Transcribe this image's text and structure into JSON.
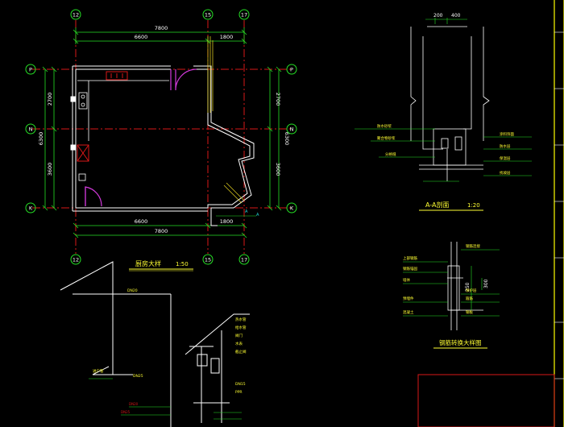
{
  "grid": {
    "top_labels": [
      "12",
      "15",
      "17"
    ],
    "bottom_labels": [
      "12",
      "15",
      "17"
    ],
    "left_labels": [
      "P",
      "N",
      "K"
    ],
    "right_labels": [
      "P",
      "N",
      "K"
    ]
  },
  "plan": {
    "dim_top_total": "7800",
    "dim_top_a": "6600",
    "dim_top_b": "1800",
    "dim_bottom_a": "6600",
    "dim_bottom_b": "1800",
    "dim_bottom_total": "7800",
    "dim_left_a": "2700",
    "dim_left_b": "3600",
    "dim_left_total": "6300",
    "dim_right_a": "2700",
    "dim_right_b": "3600",
    "dim_right_total": "6300",
    "title": "厨房大样",
    "scale": "1:50"
  },
  "section_aa": {
    "dim_a": "200",
    "dim_b": "400",
    "title": "A-A剖面",
    "scale": "1:20",
    "labels_left": [
      "防水砂浆",
      "聚合物砂浆",
      "分格缝"
    ],
    "labels_right": [
      "涂料饰面",
      "防水层",
      "保温层",
      "找坡层"
    ]
  },
  "detail": {
    "title": "钢筋转换大样图",
    "dim_a": "250",
    "dim_b": "300",
    "labels_left": [
      "上部钢筋",
      "钢筋锚固",
      "墙体",
      "预埋件",
      "混凝土"
    ],
    "labels_right": [
      "钢筋连接",
      "保护层",
      "箍筋",
      "钢板"
    ]
  },
  "pipe": {
    "label_a": "DN20",
    "label_b": "DN25",
    "label_c": "进户管",
    "labels_right": [
      "热水管",
      "给水管",
      "阀门",
      "水表",
      "截止阀",
      "DN15",
      "PPR"
    ]
  },
  "colors": {
    "grid_line": "#d81818",
    "wall": "#ffffff",
    "dimension": "#25e025",
    "axis_circle": "#25e025",
    "text": "#ffff33",
    "accent": "#d23adb",
    "window": "#d8c61e",
    "cyan": "#22d8d8",
    "frame": "#ffff00"
  }
}
